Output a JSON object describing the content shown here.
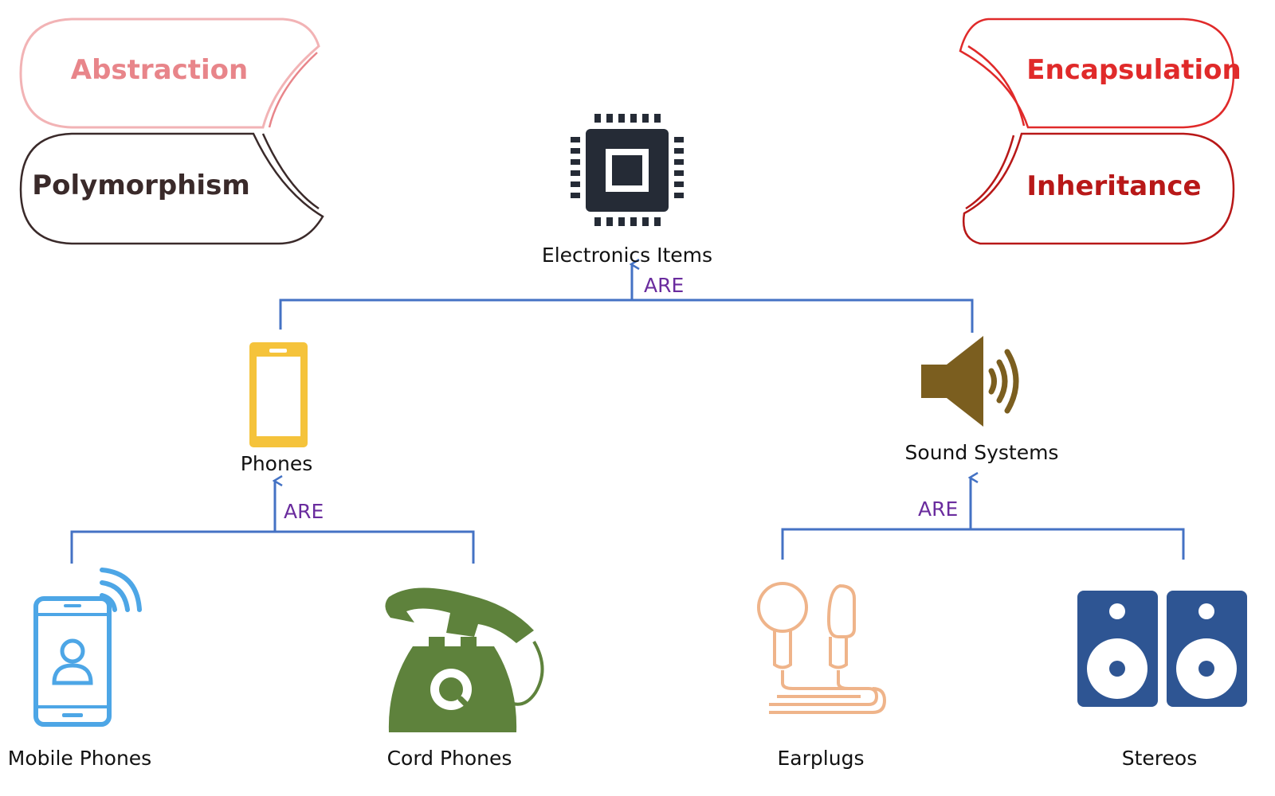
{
  "pills": {
    "abstraction": "Abstraction",
    "polymorphism": "Polymorphism",
    "encapsulation": "Encapsulation",
    "inheritance": "Inheritance"
  },
  "nodes": {
    "root": "Electronics Items",
    "phones": "Phones",
    "sound_systems": "Sound Systems",
    "mobile_phones": "Mobile Phones",
    "cord_phones": "Cord Phones",
    "earplugs": "Earplugs",
    "stereos": "Stereos"
  },
  "relations": {
    "root_link": "ARE",
    "phones_link": "ARE",
    "sound_link": "ARE"
  },
  "colors": {
    "connector": "#4472c4",
    "relation_text": "#6a2c9e",
    "abstraction": "#e8858a",
    "polymorphism": "#3a2a2a",
    "encapsulation": "#e02a2a",
    "inheritance": "#b81818",
    "chip": "#252b36",
    "phone_yellow": "#f5c33b",
    "speaker_brown": "#7b5e1f",
    "mobile_blue": "#4da6e6",
    "cord_green": "#5e823c",
    "earplug_peach": "#efb48a",
    "stereo_blue": "#2e5593"
  },
  "icons": {
    "root": "microchip-icon",
    "phones": "smartphone-icon",
    "sound_systems": "speaker-icon",
    "mobile_phones": "mobile-wireless-icon",
    "cord_phones": "rotary-telephone-icon",
    "earplugs": "earphones-icon",
    "stereos": "stereo-speakers-icon"
  }
}
